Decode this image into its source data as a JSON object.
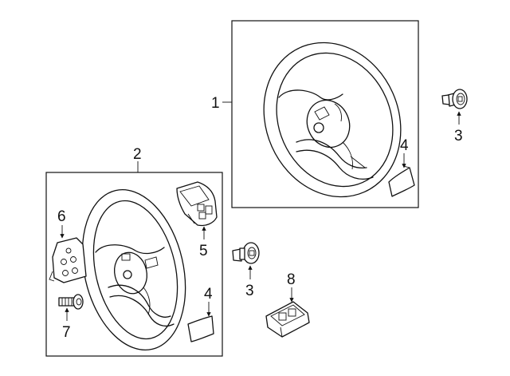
{
  "callouts": {
    "c1": "1",
    "c2": "2",
    "c3a": "3",
    "c3b": "3",
    "c4a": "4",
    "c4b": "4",
    "c5": "5",
    "c6": "6",
    "c7": "7",
    "c8": "8"
  }
}
